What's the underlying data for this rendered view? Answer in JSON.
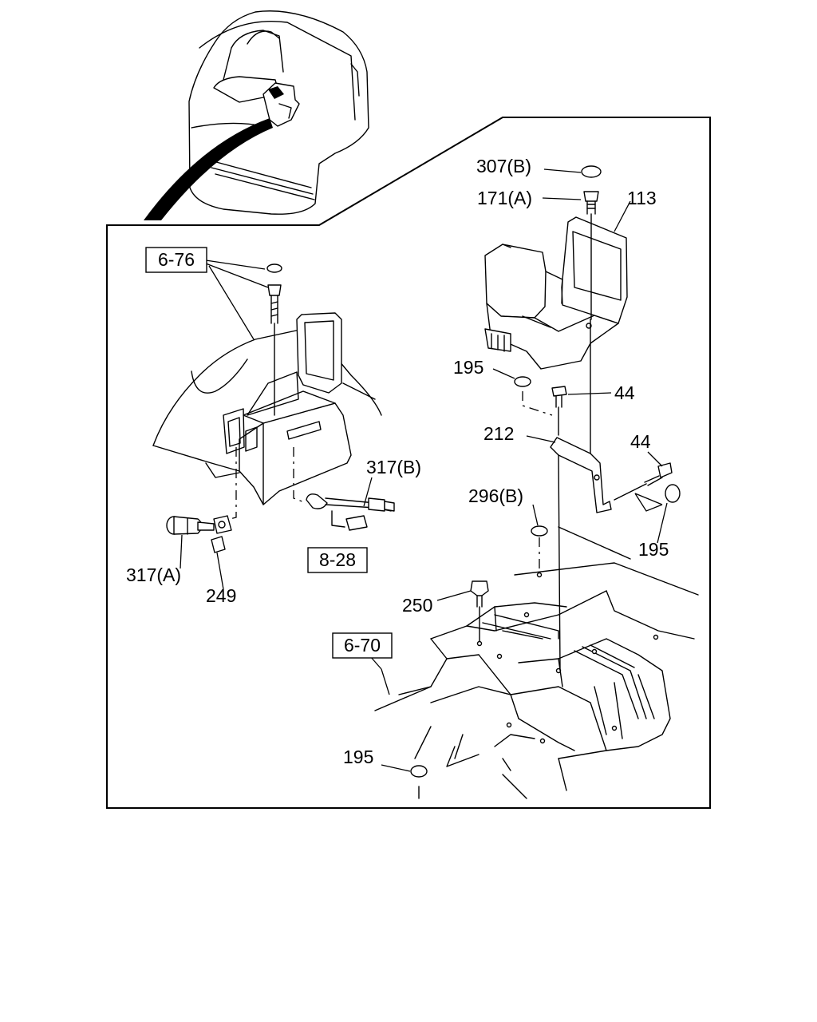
{
  "callouts": {
    "c_307b": "307(B)",
    "c_171a": "171(A)",
    "c_113": "113",
    "c_195_top": "195",
    "c_44_a": "44",
    "c_212": "212",
    "c_44_b": "44",
    "c_296b": "296(B)",
    "c_195_right": "195",
    "c_317b": "317(B)",
    "c_317a": "317(A)",
    "c_249": "249",
    "c_250": "250",
    "c_195_bottom": "195"
  },
  "references": {
    "ref_676": "6-76",
    "ref_828": "8-28",
    "ref_670": "6-70"
  }
}
